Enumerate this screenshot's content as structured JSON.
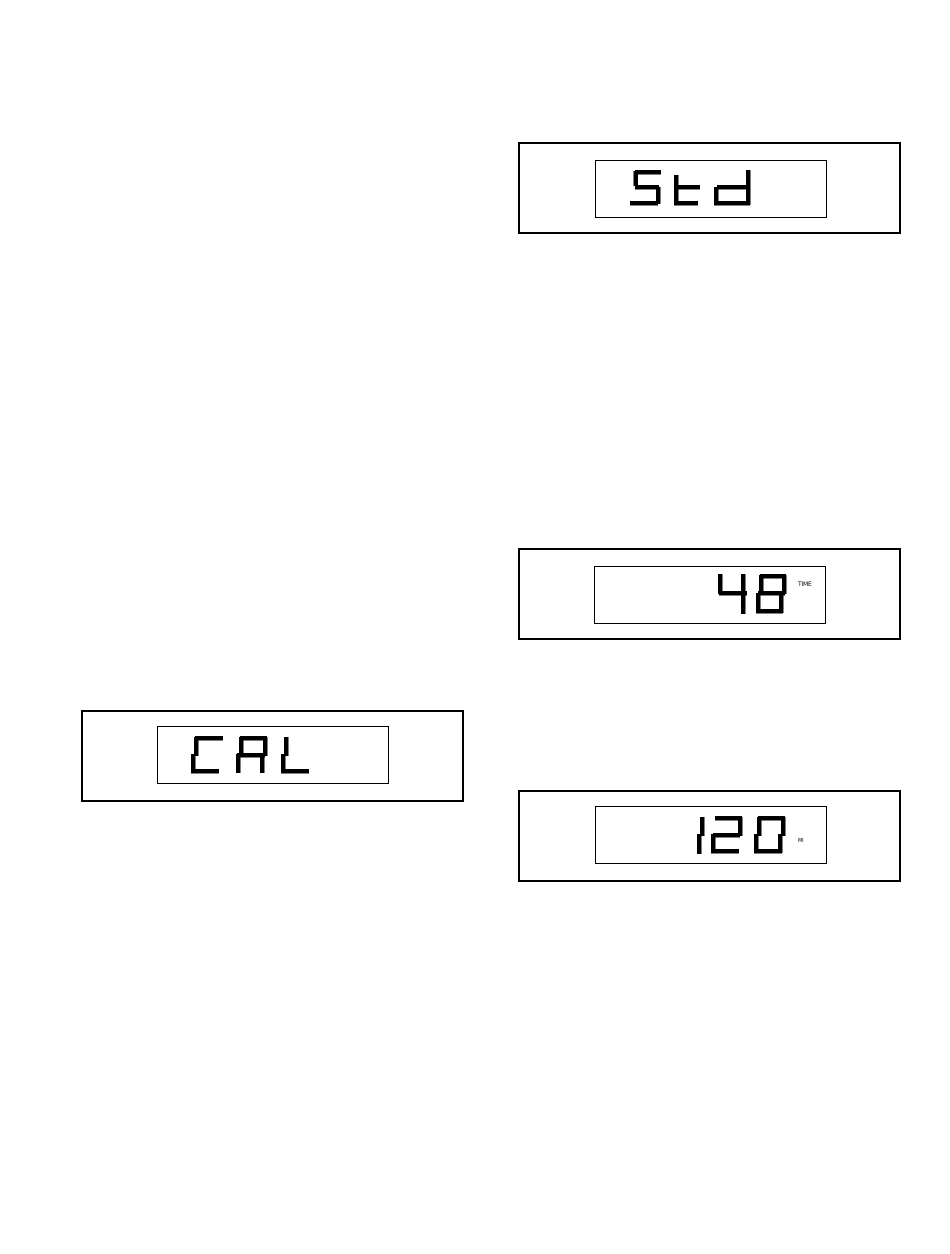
{
  "displays": [
    {
      "id": "std",
      "text": "Std",
      "unit": ""
    },
    {
      "id": "time",
      "text": "48",
      "unit": "TIME"
    },
    {
      "id": "cal",
      "text": "CAL",
      "unit": ""
    },
    {
      "id": "mi",
      "text": "120",
      "unit": "MI"
    }
  ]
}
